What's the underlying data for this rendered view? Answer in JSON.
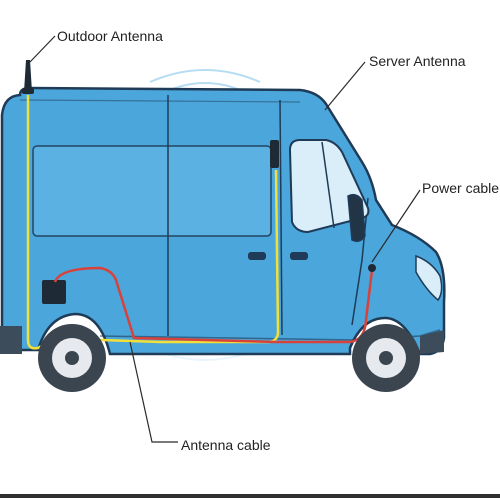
{
  "labels": {
    "outdoor_antenna": "Outdoor Antenna",
    "server_antenna": "Server Antenna",
    "power_cable": "Power cable",
    "antenna_cable": "Antenna cable"
  },
  "colors": {
    "van_body": "#4aa6db",
    "van_outline": "#1f3b57",
    "window": "#d9eef8",
    "cable_yellow": "#f2df3a",
    "cable_red": "#d9423a",
    "bumper": "#3c4c5a",
    "tire": "#3a4550",
    "rim": "#e6eaee",
    "ground": "#2f2f2f",
    "signal": "#7cc3e8"
  }
}
